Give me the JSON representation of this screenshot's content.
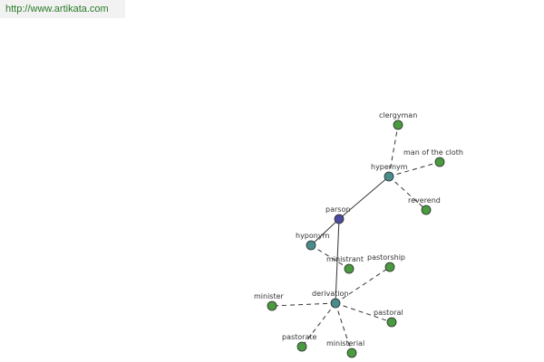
{
  "header": {
    "url": "http://www.artikata.com"
  },
  "colors": {
    "root": "#4b4b9e",
    "relation": "#4a8c8c",
    "leaf": "#4a9a3f",
    "edge": "#333333",
    "url_text": "#2a7a2a",
    "url_bg": "#f2f2f2"
  },
  "graph": {
    "nodes": [
      {
        "id": "parson",
        "label": "parson",
        "kind": "root"
      },
      {
        "id": "hypernym",
        "label": "hypernym",
        "kind": "relation"
      },
      {
        "id": "hyponym",
        "label": "hyponym",
        "kind": "relation"
      },
      {
        "id": "derivation",
        "label": "derivation",
        "kind": "relation"
      },
      {
        "id": "clergyman",
        "label": "clergyman",
        "kind": "leaf"
      },
      {
        "id": "man-of-the-cloth",
        "label": "man of the cloth",
        "kind": "leaf"
      },
      {
        "id": "reverend",
        "label": "reverend",
        "kind": "leaf"
      },
      {
        "id": "ministrant",
        "label": "ministrant",
        "kind": "leaf"
      },
      {
        "id": "pastorship",
        "label": "pastorship",
        "kind": "leaf"
      },
      {
        "id": "minister",
        "label": "minister",
        "kind": "leaf"
      },
      {
        "id": "pastoral",
        "label": "pastoral",
        "kind": "leaf"
      },
      {
        "id": "pastorate",
        "label": "pastorate",
        "kind": "leaf"
      },
      {
        "id": "ministerial",
        "label": "ministerial",
        "kind": "leaf"
      }
    ],
    "edges": [
      {
        "from": "parson",
        "to": "hypernym",
        "style": "solid"
      },
      {
        "from": "parson",
        "to": "hyponym",
        "style": "solid"
      },
      {
        "from": "parson",
        "to": "derivation",
        "style": "solid"
      },
      {
        "from": "hypernym",
        "to": "clergyman",
        "style": "dashed"
      },
      {
        "from": "hypernym",
        "to": "man-of-the-cloth",
        "style": "dashed"
      },
      {
        "from": "hypernym",
        "to": "reverend",
        "style": "dashed"
      },
      {
        "from": "hyponym",
        "to": "ministrant",
        "style": "dashed"
      },
      {
        "from": "derivation",
        "to": "pastorship",
        "style": "dashed"
      },
      {
        "from": "derivation",
        "to": "minister",
        "style": "dashed"
      },
      {
        "from": "derivation",
        "to": "pastoral",
        "style": "dashed"
      },
      {
        "from": "derivation",
        "to": "pastorate",
        "style": "dashed"
      },
      {
        "from": "derivation",
        "to": "ministerial",
        "style": "dashed"
      }
    ]
  }
}
